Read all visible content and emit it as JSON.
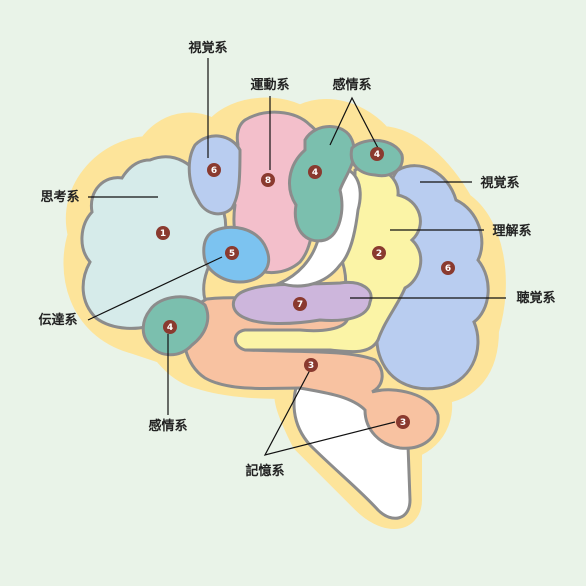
{
  "colors": {
    "background": "#e9f3e8",
    "outline_glow": "#fde49a",
    "marker": "#8a3a2f",
    "thinking": "#d6ebea",
    "visual": "#b9cdf0",
    "motor": "#f3bfcb",
    "emotion": "#7bbfae",
    "transmission": "#7cc3f0",
    "understanding": "#fbf4a6",
    "auditory": "#cdb6dc",
    "memory": "#f8c2a1",
    "brainstem": "#ffffff"
  },
  "labels": {
    "visual_top": "視覚系",
    "motor": "運動系",
    "emotion_top": "感情系",
    "thinking": "思考系",
    "visual_right": "視覚系",
    "understanding": "理解系",
    "transmission": "伝達系",
    "auditory": "聴覚系",
    "emotion_bottom": "感情系",
    "memory": "記憶系"
  },
  "markers": {
    "m1": "1",
    "m2": "2",
    "m3a": "3",
    "m3b": "3",
    "m4a": "4",
    "m4b": "4",
    "m4c": "4",
    "m5": "5",
    "m6a": "6",
    "m6b": "6",
    "m7": "7",
    "m8": "8"
  }
}
